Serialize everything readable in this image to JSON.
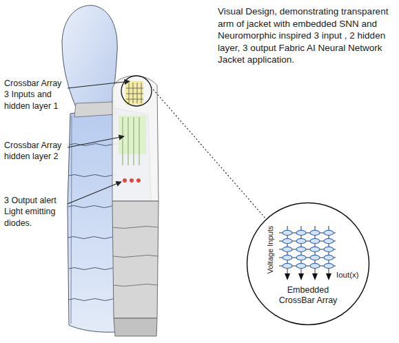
{
  "diagram": {
    "nodes": [
      {
        "text": [
          "Voltage Inputs",
          "Iout(x)",
          "Embedded CrossBar Array"
        ]
      }
    ],
    "labels": [
      "Visual Design,  demonstrating transparent arm of jacket with embedded SNN and Neuromorphic inspired 3 input , 2 hidden layer, 3 output Fabric AI Neural Network Jacket application.",
      "Crossbar Array 3 Inputs and hidden layer 1",
      "Crossbar Array hidden layer 2",
      "3 Output alert Light emitting diodes."
    ]
  }
}
